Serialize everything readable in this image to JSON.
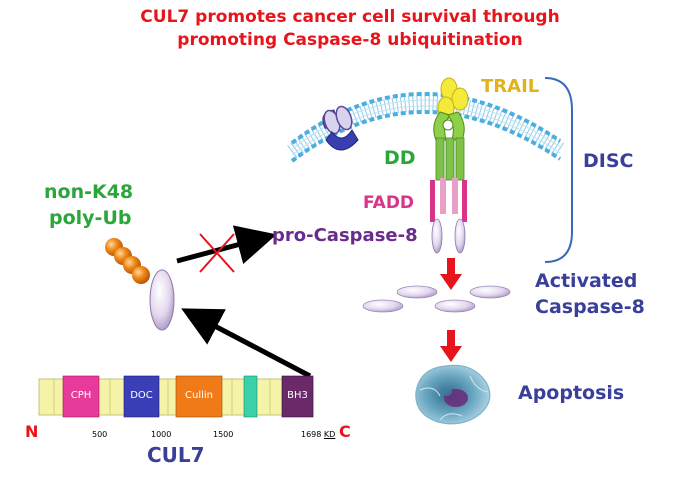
{
  "title": {
    "line1": "CUL7 promotes cancer cell survival through",
    "line2": "promoting Caspase-8 ubiquitination"
  },
  "labels": {
    "trail": "TRAIL",
    "disc": "DISC",
    "dd": "DD",
    "fadd": "FADD",
    "pro_caspase": "pro-Caspase-8",
    "non_k48_line1": "non-K48",
    "non_k48_line2": "poly-Ub",
    "activated_line1": "Activated",
    "activated_line2": "Caspase-8",
    "apoptosis": "Apoptosis",
    "cul7": "CUL7"
  },
  "domain_bar": {
    "n_label": "N",
    "c_label": "C",
    "domains": [
      "CPH",
      "DOC",
      "Cullin",
      "BH3"
    ],
    "ticks": [
      "500",
      "1000",
      "1500",
      "1698"
    ],
    "unit": "KD"
  },
  "colors": {
    "title_red": "#e8141b",
    "trail_yellow": "#e0b21c",
    "disc_blue": "#3a3f9a",
    "dd_green": "#2aa63a",
    "fadd_pink": "#d8348a",
    "caspase_purple": "#6a2c8c",
    "ub_green": "#2aa63a"
  }
}
